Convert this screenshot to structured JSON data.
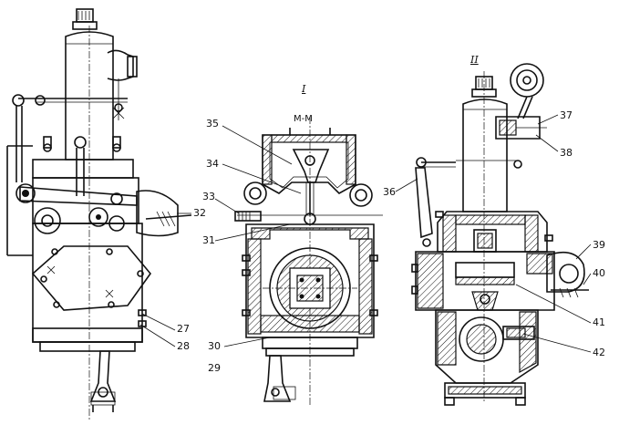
{
  "views": {
    "view_1": "I",
    "view_2": "II",
    "section": "M-M"
  },
  "callouts": [
    {
      "id": "c27",
      "text": "27"
    },
    {
      "id": "c28",
      "text": "28"
    },
    {
      "id": "c29",
      "text": "29"
    },
    {
      "id": "c30",
      "text": "30"
    },
    {
      "id": "c31",
      "text": "31"
    },
    {
      "id": "c32",
      "text": "32"
    },
    {
      "id": "c33",
      "text": "33"
    },
    {
      "id": "c34",
      "text": "34"
    },
    {
      "id": "c35",
      "text": "35"
    },
    {
      "id": "c36",
      "text": "36"
    },
    {
      "id": "c37",
      "text": "37"
    },
    {
      "id": "c38",
      "text": "38"
    },
    {
      "id": "c39",
      "text": "39"
    },
    {
      "id": "c40",
      "text": "40"
    },
    {
      "id": "c41",
      "text": "41"
    },
    {
      "id": "c42",
      "text": "42"
    }
  ]
}
